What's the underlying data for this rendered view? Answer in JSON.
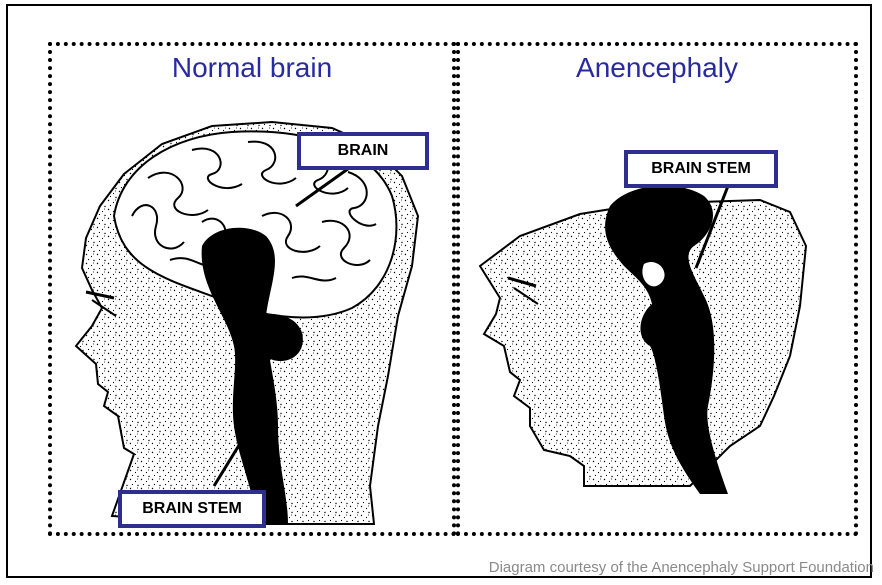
{
  "panels": {
    "left": {
      "title": "Normal brain",
      "labels": {
        "brain": "BRAIN",
        "brain_stem": "BRAIN STEM"
      }
    },
    "right": {
      "title": "Anencephaly",
      "labels": {
        "brain_stem": "BRAIN STEM"
      }
    }
  },
  "credit": "Diagram courtesy of the Anencephaly Support Foundation",
  "colors": {
    "title": "#2a2aa0",
    "label_border": "#2e2e8f",
    "credit": "#8a8a8a"
  }
}
